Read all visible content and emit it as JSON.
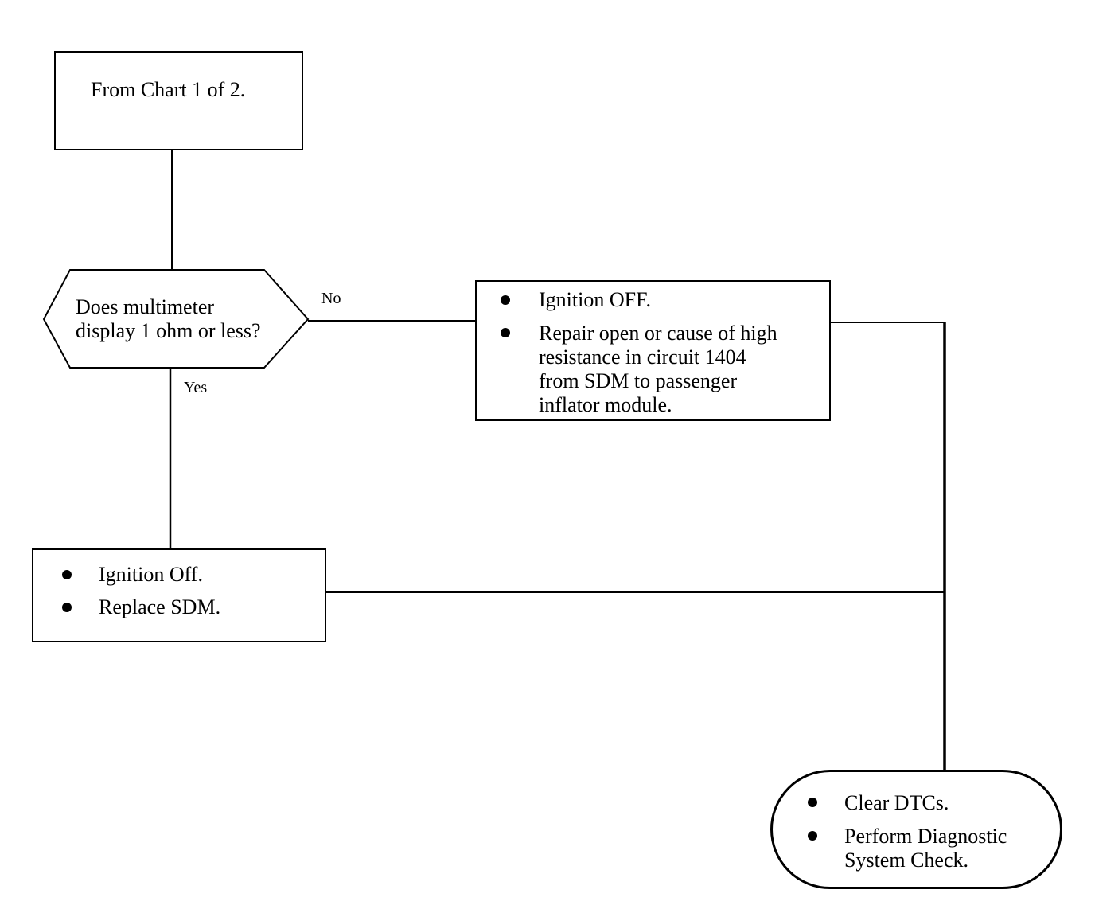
{
  "flowchart": {
    "start_box": {
      "text": "From Chart 1 of 2."
    },
    "decision": {
      "line1": "Does multimeter",
      "line2": "display 1 ohm or less?"
    },
    "labels": {
      "no": "No",
      "yes": "Yes"
    },
    "no_action": {
      "item1": "Ignition OFF.",
      "item2_lines": [
        "Repair open or cause of high",
        "resistance in circuit 1404",
        "from SDM to passenger",
        "inflator module."
      ]
    },
    "yes_action": {
      "item1": "Ignition Off.",
      "item2": "Replace SDM."
    },
    "terminal": {
      "item1": "Clear DTCs.",
      "item2_lines": [
        "Perform Diagnostic",
        "System Check."
      ]
    }
  }
}
